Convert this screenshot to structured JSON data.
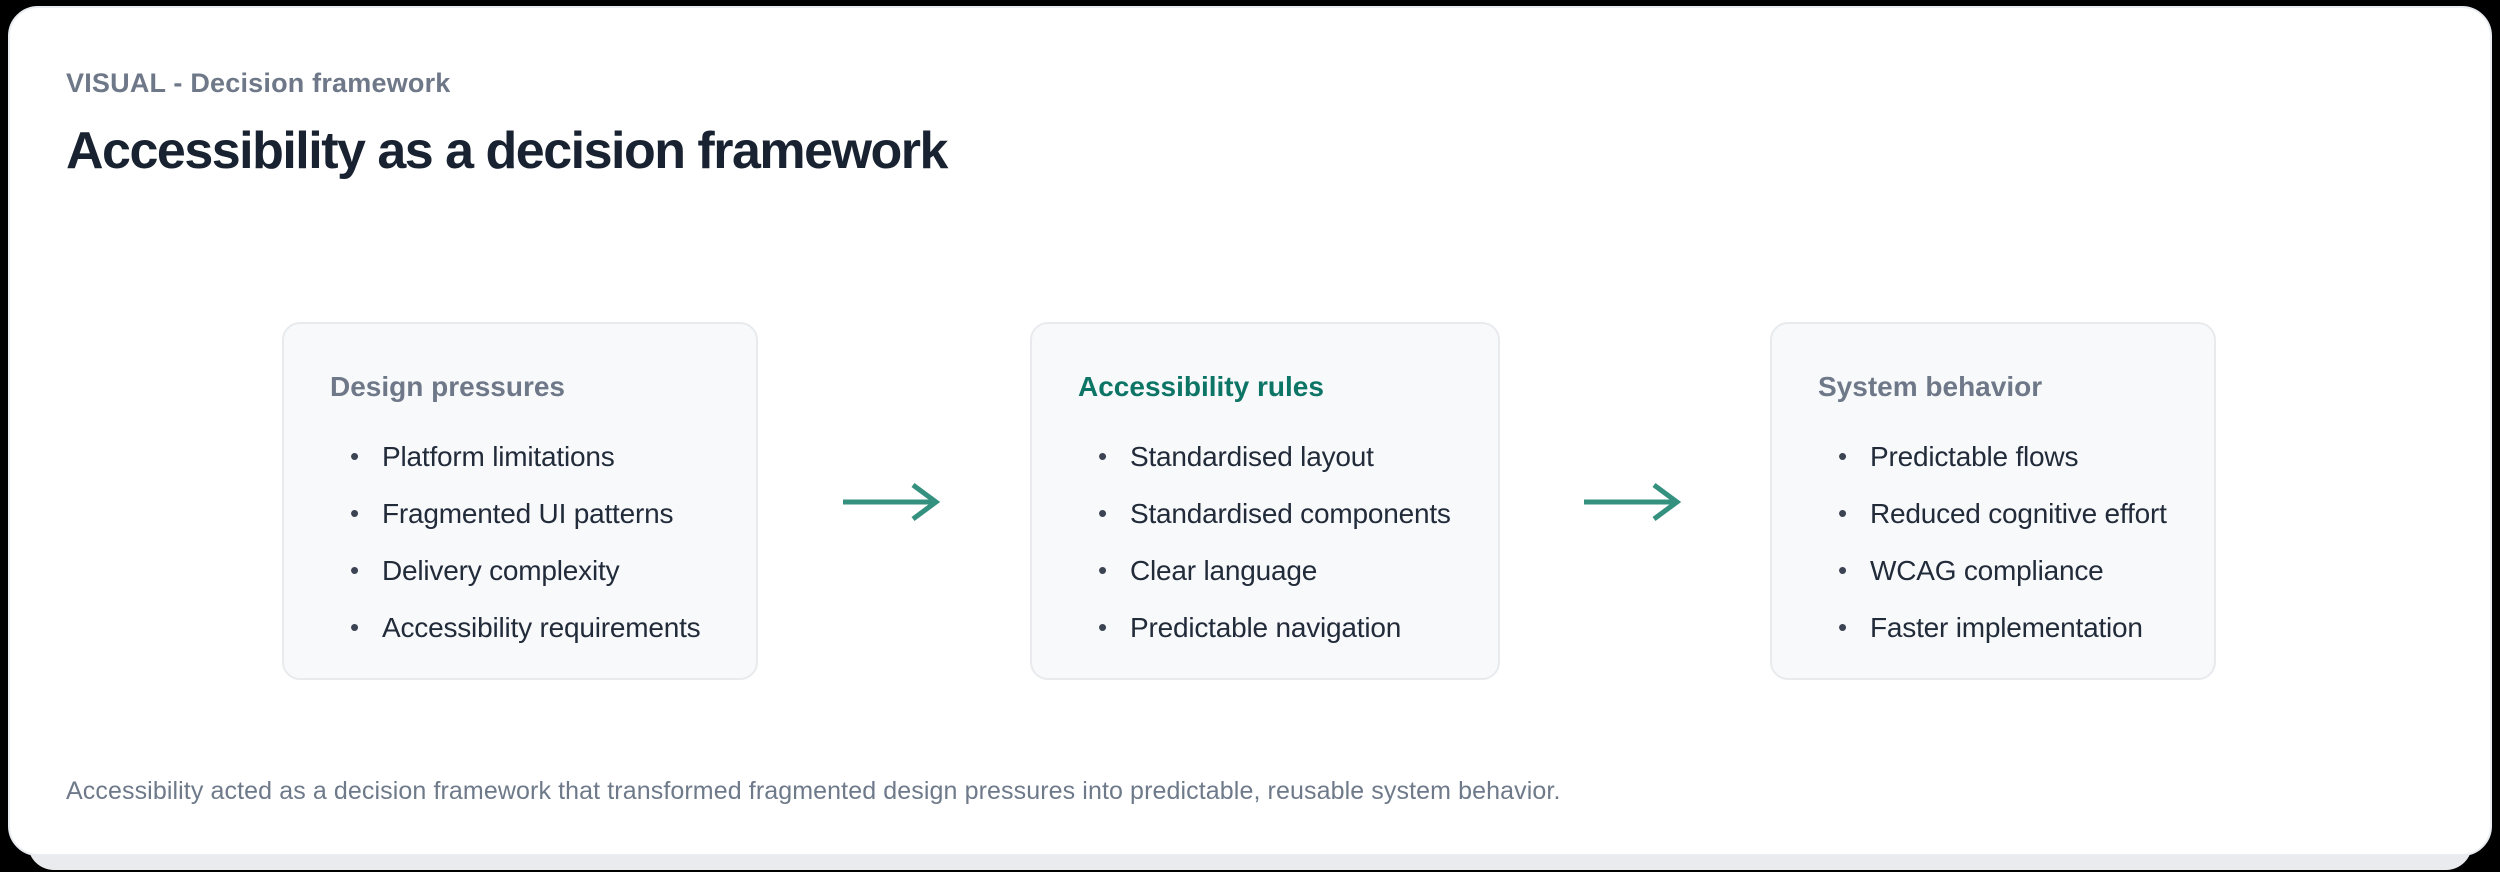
{
  "frame": {
    "eyebrow": "VISUAL - Decision framework",
    "title": "Accessibility as a decision framework",
    "caption": "Accessibility acted as a decision framework that transformed fragmented design pressures into predictable, reusable system behavior."
  },
  "icons": {
    "bullet_glyph": "•",
    "arrow_glyph_name": "arrow-right"
  },
  "colors": {
    "accent_teal": "#0d7566",
    "arrow_teal": "#35917f",
    "heading_gray": "#6e7888",
    "text_dark": "#222b3a",
    "title_dark": "#182231",
    "box_bg": "#f8f9fa",
    "box_border": "#e8eaee",
    "card_bg": "#ffffff",
    "card_border": "#e9ecf0",
    "canvas_black": "#000000",
    "behind_gray": "#e9ebee",
    "caption_gray": "#6e7a8a"
  },
  "diagram": {
    "boxes": [
      {
        "title": "Design pressures",
        "emphasis": false,
        "items": [
          "Platform limitations",
          "Fragmented UI patterns",
          "Delivery complexity",
          "Accessibility requirements"
        ]
      },
      {
        "title": "Accessibility rules",
        "emphasis": true,
        "items": [
          "Standardised layout",
          "Standardised components",
          "Clear language",
          "Predictable navigation"
        ]
      },
      {
        "title": "System behavior",
        "emphasis": false,
        "items": [
          "Predictable flows",
          "Reduced cognitive effort",
          "WCAG compliance",
          "Faster implementation"
        ]
      }
    ]
  }
}
